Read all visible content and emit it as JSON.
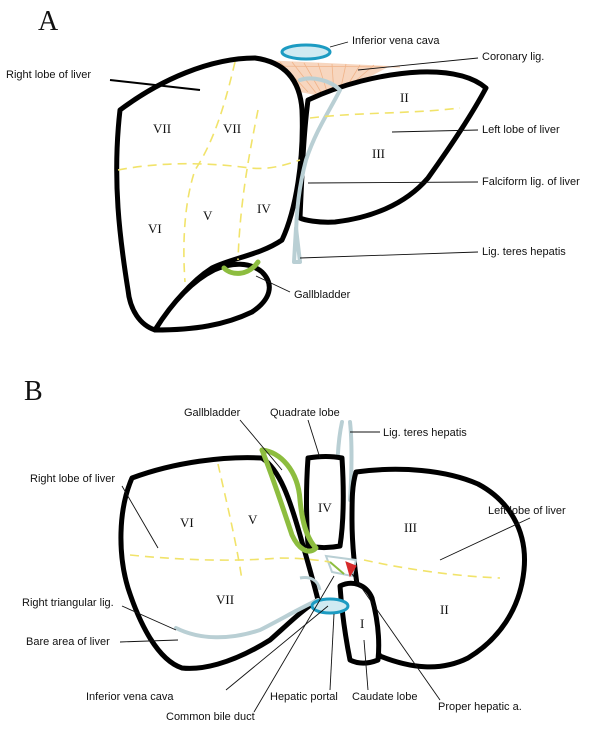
{
  "panels": {
    "a": "A",
    "b": "B"
  },
  "diagram_a": {
    "labels": {
      "inferior_vena_cava": "Inferior vena cava",
      "coronary_lig": "Coronary lig.",
      "right_lobe": "Right lobe of  liver",
      "left_lobe": "Left lobe of liver",
      "falciform_lig": "Falciform lig. of liver",
      "lig_teres": "Lig. teres hepatis",
      "gallbladder": "Gallbladder"
    },
    "segments": {
      "s2": "II",
      "s3": "III",
      "s4": "IV",
      "s5": "V",
      "s6": "VI",
      "s7a": "VII",
      "s7b": "VII"
    }
  },
  "diagram_b": {
    "labels": {
      "gallbladder": "Gallbladder",
      "quadrate_lobe": "Quadrate lobe",
      "lig_teres": "Lig. teres hepatis",
      "right_lobe": "Right lobe of liver",
      "left_lobe": "Left lobe of liver",
      "right_triangular_lig": "Right triangular lig.",
      "bare_area": "Bare area of liver",
      "inferior_vena_cava": "Inferior vena cava",
      "common_bile_duct": "Common bile duct",
      "hepatic_portal": "Hepatic portal",
      "caudate_lobe": "Caudate lobe",
      "proper_hepatic_a": "Proper hepatic a."
    },
    "segments": {
      "s1": "I",
      "s2": "II",
      "s3": "III",
      "s4": "IV",
      "s5": "V",
      "s6": "VI",
      "s7": "VII"
    }
  },
  "colors": {
    "outline": "#000000",
    "segment_divider": "#f1e36a",
    "gallbladder": "#8dbd3f",
    "vena_cava": "#1c9bc2",
    "ligament": "#b9cfd4",
    "coronary_ligament": "#f0b48a",
    "artery": "#d62a2a"
  }
}
